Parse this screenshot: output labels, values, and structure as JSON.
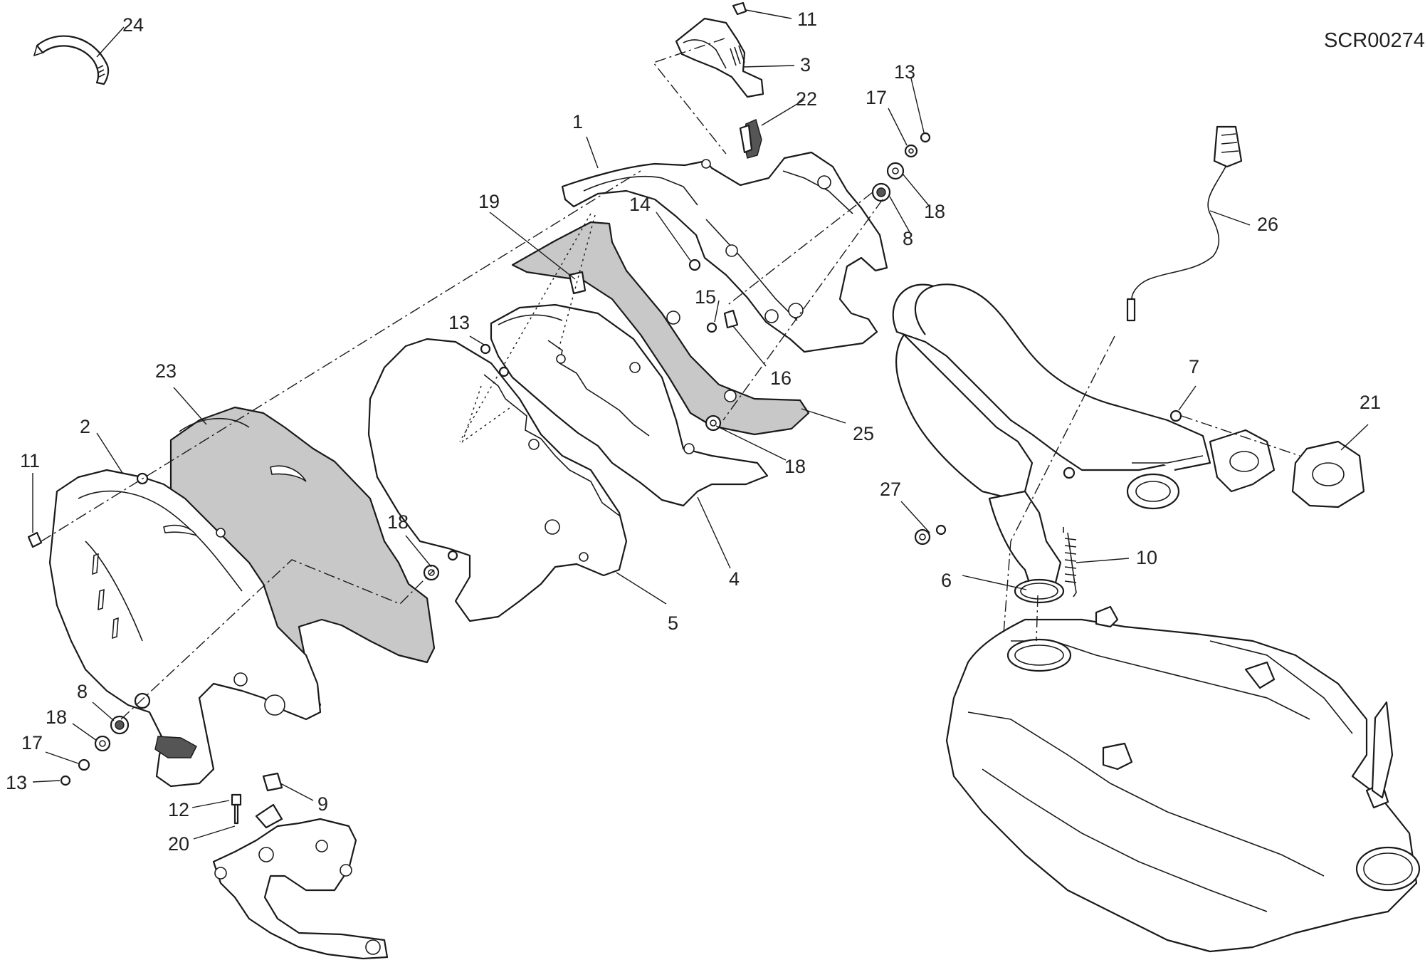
{
  "drawing_code": "SCR00274",
  "callouts": [
    "24",
    "11",
    "3",
    "22",
    "1",
    "13",
    "17",
    "18",
    "8",
    "26",
    "19",
    "14",
    "15",
    "16",
    "13",
    "25",
    "18",
    "4",
    "5",
    "23",
    "2",
    "11",
    "18",
    "7",
    "21",
    "27",
    "6",
    "10",
    "8",
    "18",
    "17",
    "13",
    "12",
    "9",
    "20"
  ]
}
